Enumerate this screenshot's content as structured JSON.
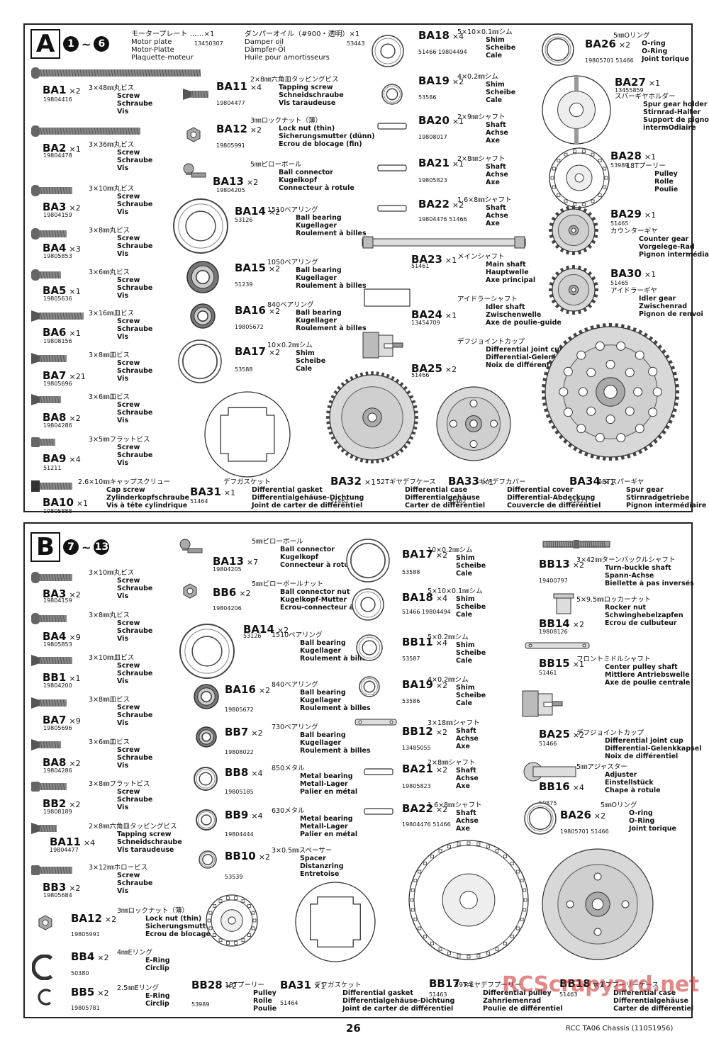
{
  "page_number": "26",
  "footer_title": "RCC TA06 Chassis (11051956)",
  "watermark": "RCScrapyard.net",
  "panel_a": {
    "letter": "A",
    "step_from": "1",
    "step_to": "6",
    "tilde": "~",
    "header_items": [
      {
        "jp": "モータープレート ……×1",
        "lines": [
          "Motor plate",
          "Motor-Platte",
          "Plaquette-moteur"
        ],
        "number": "13450307"
      },
      {
        "jp": "ダンパーオイル（#900・透明）×1",
        "lines": [
          "Damper oil",
          "Dämpfer-Öl",
          "Huile pour amortisseurs"
        ],
        "number": "53443"
      }
    ],
    "parts": [
      {
        "code": "BA1",
        "qty": "×2",
        "num": "19804416",
        "jp": "3×48㎜丸ビス",
        "lines": [
          "Screw",
          "Schraube",
          "Vis"
        ]
      },
      {
        "code": "BA2",
        "qty": "×1",
        "num": "19804478",
        "jp": "3×36㎜丸ビス",
        "lines": [
          "Screw",
          "Schraube",
          "Vis"
        ]
      },
      {
        "code": "BA3",
        "qty": "×2",
        "num": "19804159",
        "jp": "3×10㎜丸ビス",
        "lines": [
          "Screw",
          "Schraube",
          "Vis"
        ]
      },
      {
        "code": "BA4",
        "qty": "×3",
        "num": "19805853",
        "jp": "3×8㎜丸ビス",
        "lines": [
          "Screw",
          "Schraube",
          "Vis"
        ]
      },
      {
        "code": "BA5",
        "qty": "×1",
        "num": "19805636",
        "jp": "3×6㎜丸ビス",
        "lines": [
          "Screw",
          "Schraube",
          "Vis"
        ]
      },
      {
        "code": "BA6",
        "qty": "×1",
        "num": "19808156",
        "jp": "3×16㎜皿ビス",
        "lines": [
          "Screw",
          "Schraube",
          "Vis"
        ]
      },
      {
        "code": "BA7",
        "qty": "×21",
        "num": "19805696",
        "jp": "3×8㎜皿ビス",
        "lines": [
          "Screw",
          "Schraube",
          "Vis"
        ]
      },
      {
        "code": "BA8",
        "qty": "×2",
        "num": "19804286",
        "jp": "3×6㎜皿ビス",
        "lines": [
          "Screw",
          "Schraube",
          "Vis"
        ]
      },
      {
        "code": "BA9",
        "qty": "×4",
        "num": "51211",
        "jp": "3×5㎜フラットビス",
        "lines": [
          "Screw",
          "Schraube",
          "Vis"
        ]
      },
      {
        "code": "BA10",
        "qty": "×1",
        "num": "19805888",
        "jp": "2.6×10㎜キャップスクリュー",
        "lines": [
          "Cap screw",
          "Zylinderkopfschraube",
          "Vis à tête cylindrique"
        ]
      },
      {
        "code": "BA11",
        "qty": "×4",
        "num": "19804477",
        "jp": "2×8㎜六角皿タッピングビス",
        "lines": [
          "Tapping screw",
          "Schneidschraube",
          "Vis taraudeuse"
        ]
      },
      {
        "code": "BA12",
        "qty": "×2",
        "num": "19805991",
        "jp": "3㎜ロックナット（薄）",
        "lines": [
          "Lock nut (thin)",
          "Sicherungsmutter (dünn)",
          "Ecrou de blocage (fin)"
        ]
      },
      {
        "code": "BA13",
        "qty": "×2",
        "num": "19804205",
        "jp": "5㎜ピローボール",
        "lines": [
          "Ball connector",
          "Kugelkopf",
          "Connecteur à rotule"
        ]
      },
      {
        "code": "BA14",
        "qty": "×2",
        "num": "53126",
        "jp": "1510ベアリング",
        "lines": [
          "Ball bearing",
          "Kugellager",
          "Roulement à billes"
        ]
      },
      {
        "code": "BA15",
        "qty": "×2",
        "num": "51239",
        "jp": "1050ベアリング",
        "lines": [
          "Ball bearing",
          "Kugellager",
          "Roulement à billes"
        ]
      },
      {
        "code": "BA16",
        "qty": "×2",
        "num": "19805672",
        "jp": "840ベアリング",
        "lines": [
          "Ball bearing",
          "Kugellager",
          "Roulement à billes"
        ]
      },
      {
        "code": "BA17",
        "qty": "×2",
        "num": "53588",
        "jp": "10×0.2㎜シム",
        "lines": [
          "Shim",
          "Scheibe",
          "Cale"
        ]
      },
      {
        "code": "BA18",
        "qty": "×4",
        "num": "51466 19804494",
        "jp": "5×10×0.1㎜シム",
        "lines": [
          "Shim",
          "Scheibe",
          "Cale"
        ]
      },
      {
        "code": "BA19",
        "qty": "×2",
        "num": "53586",
        "jp": "4×0.2㎜シム",
        "lines": [
          "Shim",
          "Scheibe",
          "Cale"
        ]
      },
      {
        "code": "BA20",
        "qty": "×1",
        "num": "19808017",
        "jp": "2×9㎜シャフト",
        "lines": [
          "Shaft",
          "Achse",
          "Axe"
        ]
      },
      {
        "code": "BA21",
        "qty": "×1",
        "num": "19805823",
        "jp": "2×8㎜シャフト",
        "lines": [
          "Shaft",
          "Achse",
          "Axe"
        ]
      },
      {
        "code": "BA22",
        "qty": "×2",
        "num": "19804476 51466",
        "jp": "1.6×8㎜シャフト",
        "lines": [
          "Shaft",
          "Achse",
          "Axe"
        ]
      },
      {
        "code": "BA23",
        "qty": "×1",
        "num": "51461",
        "jp": "メインシャフト",
        "lines": [
          "Main shaft",
          "Hauptwelle",
          "Axe principal"
        ]
      },
      {
        "code": "BA24",
        "qty": "×1",
        "num": "13454709",
        "jp": "アイドラーシャフト",
        "lines": [
          "Idler shaft",
          "Zwischenwelle",
          "Axe de poulie-guide"
        ]
      },
      {
        "code": "BA25",
        "qty": "×2",
        "num": "51466",
        "jp": "デフジョイントカップ",
        "lines": [
          "Differential joint cup",
          "Differential-Gelenkkapsel",
          "Noix de différentiel"
        ]
      },
      {
        "code": "BA26",
        "qty": "×2",
        "num": "19805701 51466",
        "jp": "5㎜Oリング",
        "lines": [
          "O-ring",
          "O-Ring",
          "Joint torique"
        ]
      },
      {
        "code": "BA27",
        "qty": "×1",
        "num": "13455859",
        "jp": "スパーギヤホルダー",
        "lines": [
          "Spur gear holder",
          "Stirnrad-Halter",
          "Support de pignon",
          "intermOdiaire"
        ]
      },
      {
        "code": "BA28",
        "qty": "×1",
        "num": "53989",
        "jp": "18Tプーリー",
        "lines": [
          "Pulley",
          "Rolle",
          "Poulie"
        ]
      },
      {
        "code": "BA29",
        "qty": "×1",
        "num": "51465",
        "jp": "カウンターギヤ",
        "lines": [
          "Counter gear",
          "Vorgelege-Rad",
          "Pignon intermédiaire"
        ]
      },
      {
        "code": "BA30",
        "qty": "×1",
        "num": "51465",
        "jp": "アイドラーギヤ",
        "lines": [
          "Idler gear",
          "Zwischenrad",
          "Pignon de renvoi"
        ]
      },
      {
        "code": "BA31",
        "qty": "×1",
        "num": "51464",
        "jp": "デフガスケット",
        "lines": [
          "Differential gasket",
          "Differentialgehäuse-Dichtung",
          "Joint de carter de différentiel"
        ]
      },
      {
        "code": "BA32",
        "qty": "×1",
        "num": "51462",
        "jp": "52Tギヤデフケース",
        "lines": [
          "Differential case",
          "Differentialgehäuse",
          "Carter de différentiel"
        ]
      },
      {
        "code": "BA33",
        "qty": "×1",
        "num": "51462",
        "jp": "ギヤデフカバー",
        "lines": [
          "Differential cover",
          "Differential-Abdeckung",
          "Couvercle de différentiel"
        ]
      },
      {
        "code": "BA34",
        "qty": "×1",
        "num": "51423",
        "jp": "68Tスパーギヤ",
        "lines": [
          "Spur gear",
          "Stirnradgetriebe",
          "Pignon intermédiaire"
        ]
      }
    ]
  },
  "panel_b": {
    "letter": "B",
    "step_from": "7",
    "step_to": "13",
    "tilde": "~",
    "parts": [
      {
        "code": "BA3",
        "qty": "×2",
        "num": "19804159",
        "jp": "3×10㎜丸ビス",
        "lines": [
          "Screw",
          "Schraube",
          "Vis"
        ]
      },
      {
        "code": "BA4",
        "qty": "×9",
        "num": "19805853",
        "jp": "3×8㎜丸ビス",
        "lines": [
          "Screw",
          "Schraube",
          "Vis"
        ]
      },
      {
        "code": "BB1",
        "qty": "×1",
        "num": "19804200",
        "jp": "3×10㎜皿ビス",
        "lines": [
          "Screw",
          "Schraube",
          "Vis"
        ]
      },
      {
        "code": "BA7",
        "qty": "×9",
        "num": "19805696",
        "jp": "3×8㎜皿ビス",
        "lines": [
          "Screw",
          "Schraube",
          "Vis"
        ]
      },
      {
        "code": "BA8",
        "qty": "×2",
        "num": "19804286",
        "jp": "3×6㎜皿ビス",
        "lines": [
          "Screw",
          "Schraube",
          "Vis"
        ]
      },
      {
        "code": "BB2",
        "qty": "×2",
        "num": "19808189",
        "jp": "3×8㎜フラットビス",
        "lines": [
          "Screw",
          "Schraube",
          "Vis"
        ]
      },
      {
        "code": "BA11",
        "qty": "×4",
        "num": "19804477",
        "jp": "2×8㎜六角皿タッピングビス",
        "lines": [
          "Tapping screw",
          "Schneidschraube",
          "Vis taraudeuse"
        ]
      },
      {
        "code": "BB3",
        "qty": "×2",
        "num": "19805684",
        "jp": "3×12㎜ホロービス",
        "lines": [
          "Screw",
          "Schraube",
          "Vis"
        ]
      },
      {
        "code": "BA12",
        "qty": "×2",
        "num": "19805991",
        "jp": "3㎜ロックナット（薄）",
        "lines": [
          "Lock nut (thin)",
          "Sicherungsmutter (dünn)",
          "Ecrou de blocage (fin)"
        ]
      },
      {
        "code": "BB4",
        "qty": "×2",
        "num": "50380",
        "jp": "4㎜Eリング",
        "lines": [
          "E-Ring",
          "Circlip"
        ]
      },
      {
        "code": "BB5",
        "qty": "×2",
        "num": "19805781",
        "jp": "2.5㎜Eリング",
        "lines": [
          "E-Ring",
          "Circlip"
        ]
      },
      {
        "code": "BA13",
        "qty": "×7",
        "num": "19804205",
        "jp": "5㎜ピローボール",
        "lines": [
          "Ball connector",
          "Kugelkopf",
          "Connecteur à rotule"
        ]
      },
      {
        "code": "BB6",
        "qty": "×2",
        "num": "19804206",
        "jp": "5㎜ピローボールナット",
        "lines": [
          "Ball connector nut",
          "Kugelkopf-Mutter",
          "Ecrou-connecteur à rotule"
        ]
      },
      {
        "code": "BA14",
        "qty": "×2",
        "num": "53126",
        "jp": "1510ベアリング",
        "lines": [
          "Ball bearing",
          "Kugellager",
          "Roulement à billes"
        ]
      },
      {
        "code": "BA16",
        "qty": "×2",
        "num": "19805672",
        "jp": "840ベアリング",
        "lines": [
          "Ball bearing",
          "Kugellager",
          "Roulement à billes"
        ]
      },
      {
        "code": "BB7",
        "qty": "×2",
        "num": "19808022",
        "jp": "730ベアリング",
        "lines": [
          "Ball bearing",
          "Kugellager",
          "Roulement à billes"
        ]
      },
      {
        "code": "BB8",
        "qty": "×4",
        "num": "19805185",
        "jp": "850メタル",
        "lines": [
          "Metal bearing",
          "Metall-Lager",
          "Palier en métal"
        ]
      },
      {
        "code": "BB9",
        "qty": "×4",
        "num": "19804444",
        "jp": "630メタル",
        "lines": [
          "Metal bearing",
          "Metall-Lager",
          "Palier en métal"
        ]
      },
      {
        "code": "BB10",
        "qty": "×2",
        "num": "53539",
        "jp": "3×0.5㎜スペーサー",
        "lines": [
          "Spacer",
          "Distanzring",
          "Entretoise"
        ]
      },
      {
        "code": "BB28",
        "qty": "×2",
        "num": "53989",
        "jp": "18Tプーリー",
        "lines": [
          "Pulley",
          "Rolle",
          "Poulie"
        ]
      },
      {
        "code": "BA31",
        "qty": "×1",
        "num": "51464",
        "jp": "デフガスケット",
        "lines": [
          "Differential gasket",
          "Differentialgehäuse-Dichtung",
          "Joint de carter de différentiel"
        ]
      },
      {
        "code": "BA17",
        "qty": "×2",
        "num": "53588",
        "jp": "10×0.2㎜シム",
        "lines": [
          "Shim",
          "Scheibe",
          "Cale"
        ]
      },
      {
        "code": "BA18",
        "qty": "×4",
        "num": "51466 19804494",
        "jp": "5×10×0.1㎜シム",
        "lines": [
          "Shim",
          "Scheibe",
          "Cale"
        ]
      },
      {
        "code": "BB11",
        "qty": "×4",
        "num": "53587",
        "jp": "5×0.2㎜シム",
        "lines": [
          "Shim",
          "Scheibe",
          "Cale"
        ]
      },
      {
        "code": "BA19",
        "qty": "×2",
        "num": "53586",
        "jp": "4×0.2㎜シム",
        "lines": [
          "Shim",
          "Scheibe",
          "Cale"
        ]
      },
      {
        "code": "BB12",
        "qty": "×2",
        "num": "13485055",
        "jp": "3×18㎜シャフト",
        "lines": [
          "Shaft",
          "Achse",
          "Axe"
        ]
      },
      {
        "code": "BA21",
        "qty": "×2",
        "num": "19805823",
        "jp": "2×8㎜シャフト",
        "lines": [
          "Shaft",
          "Achse",
          "Axe"
        ]
      },
      {
        "code": "BA22",
        "qty": "×2",
        "num": "19804476 51466",
        "jp": "1.6×8㎜シャフト",
        "lines": [
          "Shaft",
          "Achse",
          "Axe"
        ]
      },
      {
        "code": "BB17",
        "qty": "×1",
        "num": "51463",
        "jp": "39Tギヤデフプーリー",
        "lines": [
          "Differential pulley",
          "Zahnriemenrad",
          "Poulie de différentiel"
        ]
      },
      {
        "code": "BB18",
        "qty": "×1",
        "num": "51463",
        "jp": "ギヤデフプーリーケース",
        "lines": [
          "Differential case",
          "Differentialgehäuse",
          "Carter de différentiel"
        ]
      },
      {
        "code": "BB13",
        "qty": "×2",
        "num": "19400797",
        "jp": "3×42㎜ターンバックルシャフト",
        "lines": [
          "Turn-buckle shaft",
          "Spann-Achse",
          "Biellette à pas inversés"
        ]
      },
      {
        "code": "BB14",
        "qty": "×2",
        "num": "19808126",
        "jp": "5×9.5㎜ロッカーナット",
        "lines": [
          "Rocker nut",
          "Schwinghebelzapfen",
          "Ecrou de culbuteur"
        ]
      },
      {
        "code": "BB15",
        "qty": "×1",
        "num": "51461",
        "jp": "フロントミドルシャフト",
        "lines": [
          "Center pulley shaft",
          "Mittlere Antriebswelle",
          "Axe de poulie centrale"
        ]
      },
      {
        "code": "BA25",
        "qty": "×2",
        "num": "51466",
        "jp": "デフジョイントカップ",
        "lines": [
          "Differential joint cup",
          "Differential-Gelenkkapsel",
          "Noix de différentiel"
        ]
      },
      {
        "code": "BB16",
        "qty": "×4",
        "num": "50875",
        "jp": "5㎜アジャスター",
        "lines": [
          "Adjuster",
          "Einstellstück",
          "Chape à rotule"
        ]
      },
      {
        "code": "BA26",
        "qty": "×2",
        "num": "19805701 51466",
        "jp": "5㎜Oリング",
        "lines": [
          "O-ring",
          "O-Ring",
          "Joint torique"
        ]
      }
    ]
  }
}
